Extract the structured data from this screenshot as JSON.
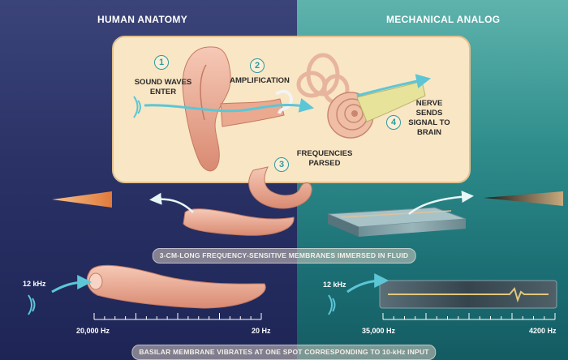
{
  "headers": {
    "left": "HUMAN ANATOMY",
    "right": "MECHANICAL ANALOG"
  },
  "steps": [
    {
      "num": "1",
      "text": [
        "SOUND WAVES",
        "ENTER"
      ]
    },
    {
      "num": "2",
      "text": [
        "AMPLIFICATION"
      ]
    },
    {
      "num": "3",
      "text": [
        "FREQUENCIES",
        "PARSED"
      ]
    },
    {
      "num": "4",
      "text": [
        "NERVE",
        "SENDS",
        "SIGNAL TO",
        "BRAIN"
      ]
    }
  ],
  "banners": {
    "middle": "3-CM-LONG FREQUENCY-SENSITIVE MEMBRANES IMMERSED IN FLUID",
    "bottom": "BASILAR MEMBRANE VIBRATES AT ONE SPOT CORRESPONDING TO 10-kHz INPUT"
  },
  "inputs": {
    "left_freq": "12 kHz",
    "right_freq": "12 kHz"
  },
  "scales": {
    "left": {
      "high": "20,000 Hz",
      "low": "20 Hz"
    },
    "right": {
      "high": "35,000 Hz",
      "low": "4200 Hz"
    }
  },
  "colors": {
    "left_panel": "#2a3266",
    "right_panel": "#2f8e8c",
    "ear_box": "#f9e6c4",
    "arrow": "#5cc6d6",
    "tissue": "#e9a58c"
  }
}
